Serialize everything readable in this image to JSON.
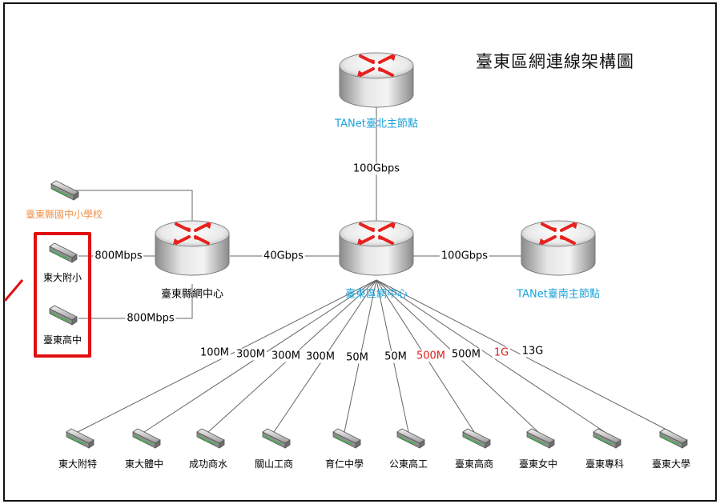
{
  "title": "臺東區網連線架構圖",
  "nodes": {
    "taipei": "TANet臺北主節點",
    "center": "臺東區網中心",
    "tainan": "TANet臺南主節點",
    "county": "臺東縣網中心",
    "county_schools": "臺東縣國中小學校",
    "dongda_elem": "東大附小",
    "taitung_hs": "臺東高中"
  },
  "links": {
    "taipei_center": "100Gbps",
    "county_center": "40Gbps",
    "center_tainan": "100Gbps",
    "elem_county": "800Mbps",
    "hs_county": "800Mbps"
  },
  "schools": [
    {
      "name": "東大附特",
      "speed": "100M"
    },
    {
      "name": "東大體中",
      "speed": "300M"
    },
    {
      "name": "成功商水",
      "speed": "300M"
    },
    {
      "name": "關山工商",
      "speed": "300M"
    },
    {
      "name": "育仁中學",
      "speed": "50M"
    },
    {
      "name": "公東高工",
      "speed": "50M"
    },
    {
      "name": "臺東高商",
      "speed": "500M",
      "highlight": true
    },
    {
      "name": "臺東女中",
      "speed": "500M"
    },
    {
      "name": "臺東專科",
      "speed": "1G",
      "highlight": true
    },
    {
      "name": "臺東大學",
      "speed": "13G"
    }
  ],
  "colors": {
    "router_red": "#e8201c",
    "core_label": "#1da1d8",
    "county_label": "#f0914a",
    "highlight_box": "#e01010",
    "highlight_text": "#e0201c"
  },
  "icons": [
    "router-icon",
    "switch-icon",
    "arrow-icon"
  ]
}
